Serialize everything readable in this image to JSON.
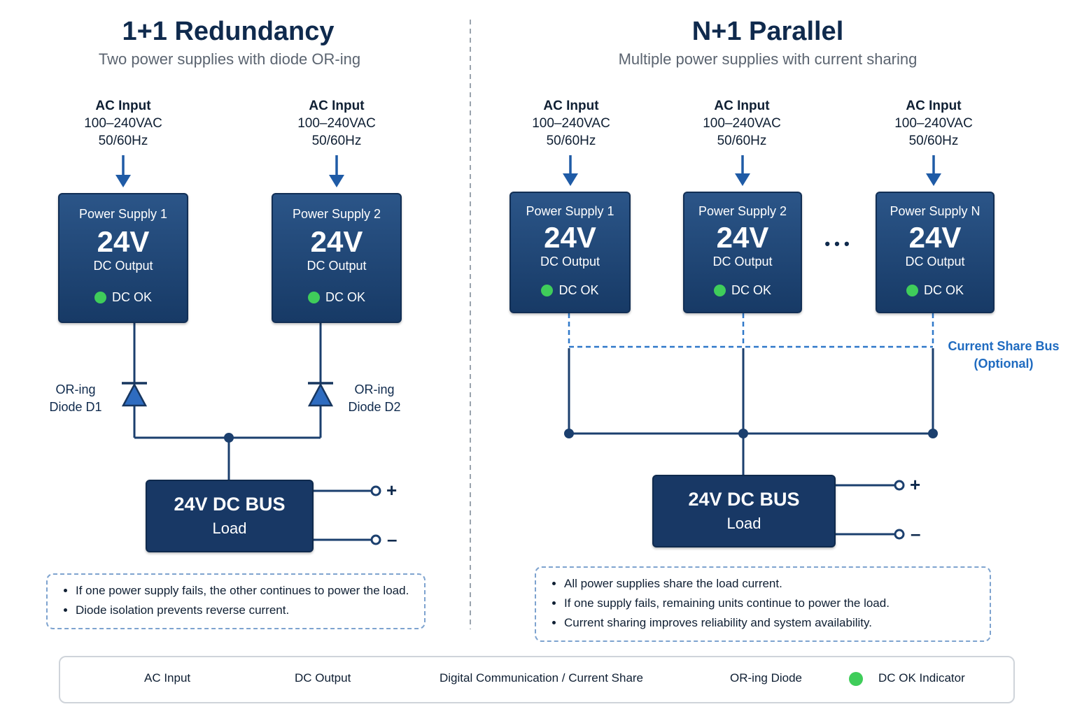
{
  "left": {
    "title": "1+1 Redundancy",
    "subtitle": "Two power supplies with diode OR-ing",
    "ac_inputs": [
      {
        "label": "AC Input",
        "voltage": "100–240VAC",
        "freq": "50/60Hz"
      },
      {
        "label": "AC Input",
        "voltage": "100–240VAC",
        "freq": "50/60Hz"
      }
    ],
    "supplies": [
      {
        "name": "Power Supply 1",
        "voltage": "24V",
        "desc": "DC Output",
        "status": "DC OK"
      },
      {
        "name": "Power Supply 2",
        "voltage": "24V",
        "desc": "DC Output",
        "status": "DC OK"
      }
    ],
    "diodes": [
      {
        "line1": "OR-ing",
        "line2": "Diode D1"
      },
      {
        "line1": "OR-ing",
        "line2": "Diode D2"
      }
    ],
    "bus": {
      "title": "24V DC BUS",
      "sub": "Load"
    },
    "terminals": {
      "plus": "+",
      "minus": "–"
    },
    "notes": [
      "If one power supply fails, the other continues to power the load.",
      "Diode isolation prevents reverse current."
    ]
  },
  "right": {
    "title": "N+1 Parallel",
    "subtitle": "Multiple power supplies with current sharing",
    "ac_inputs": [
      {
        "label": "AC Input",
        "voltage": "100–240VAC",
        "freq": "50/60Hz"
      },
      {
        "label": "AC Input",
        "voltage": "100–240VAC",
        "freq": "50/60Hz"
      },
      {
        "label": "AC Input",
        "voltage": "100–240VAC",
        "freq": "50/60Hz"
      }
    ],
    "supplies": [
      {
        "name": "Power Supply 1",
        "voltage": "24V",
        "desc": "DC Output",
        "status": "DC OK"
      },
      {
        "name": "Power Supply 2",
        "voltage": "24V",
        "desc": "DC Output",
        "status": "DC OK"
      },
      {
        "name": "Power Supply N",
        "voltage": "24V",
        "desc": "DC Output",
        "status": "DC OK"
      }
    ],
    "ellipsis": "• • •",
    "share_bus": {
      "line1": "Current Share Bus",
      "line2": "(Optional)"
    },
    "bus": {
      "title": "24V DC BUS",
      "sub": "Load"
    },
    "terminals": {
      "plus": "+",
      "minus": "–"
    },
    "notes": [
      "All power supplies share the load current.",
      "If one supply fails, remaining units continue to power the load.",
      "Current sharing improves reliability and system availability."
    ]
  },
  "legend": {
    "ac_input": "AC Input",
    "dc_output": "DC Output",
    "digital": "Digital Communication / Current Share",
    "diode": "OR-ing Diode",
    "dc_ok": "DC OK Indicator"
  },
  "colors": {
    "navy": "#0f2a4d",
    "arrow_blue": "#1f5ba6",
    "dashed_blue": "#2f78c9",
    "ok_green": "#3fcd5a"
  }
}
